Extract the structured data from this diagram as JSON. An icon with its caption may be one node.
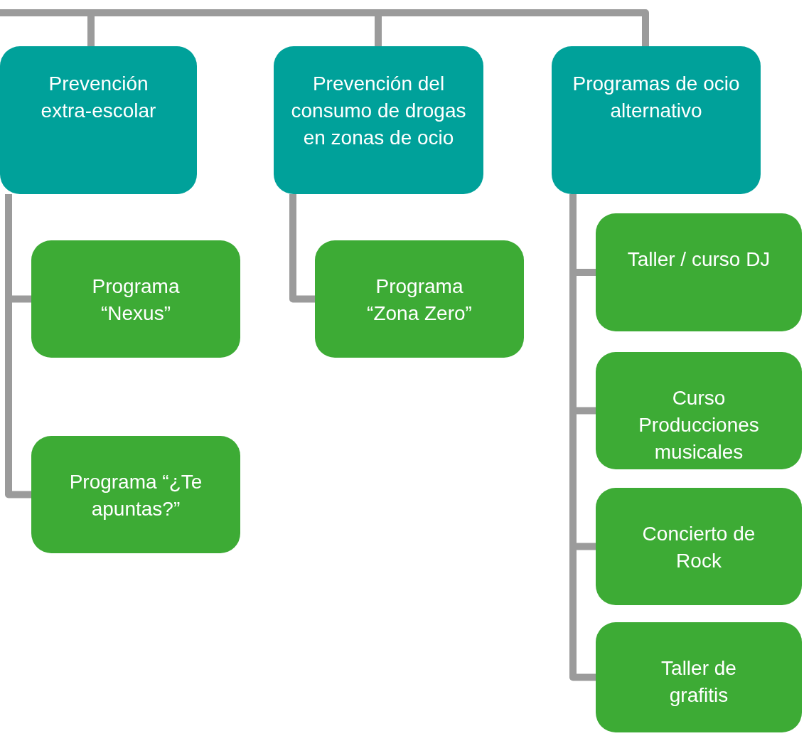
{
  "diagram": {
    "nodes": [
      {
        "text": [
          "Prevención extra-escolar"
        ]
      },
      {
        "text": [
          "Prevención del consumo de drogas en zonas de ocio"
        ]
      },
      {
        "text": [
          "Programas de ocio alternativo"
        ]
      },
      {
        "text": [
          "Programa “Nexus”"
        ]
      },
      {
        "text": [
          "Programa “¿Te apuntas?”"
        ]
      },
      {
        "text": [
          "Programa “Zona Zero”"
        ]
      },
      {
        "text": [
          "Taller / curso DJ"
        ]
      },
      {
        "text": [
          "Curso Producciones musicales"
        ]
      },
      {
        "text": [
          "Concierto de Rock"
        ]
      },
      {
        "text": [
          "Taller de grafitis"
        ]
      }
    ],
    "edges": [
      {
        "from": null,
        "to": 0,
        "arrow": "none"
      },
      {
        "from": null,
        "to": 1,
        "arrow": "none"
      },
      {
        "from": null,
        "to": 2,
        "arrow": "none"
      },
      {
        "from": 0,
        "to": 3,
        "arrow": "none"
      },
      {
        "from": 0,
        "to": 4,
        "arrow": "none"
      },
      {
        "from": 1,
        "to": 5,
        "arrow": "none"
      },
      {
        "from": 2,
        "to": 6,
        "arrow": "none"
      },
      {
        "from": 2,
        "to": 7,
        "arrow": "none"
      },
      {
        "from": 2,
        "to": 8,
        "arrow": "none"
      },
      {
        "from": 2,
        "to": 9,
        "arrow": "none"
      }
    ]
  }
}
